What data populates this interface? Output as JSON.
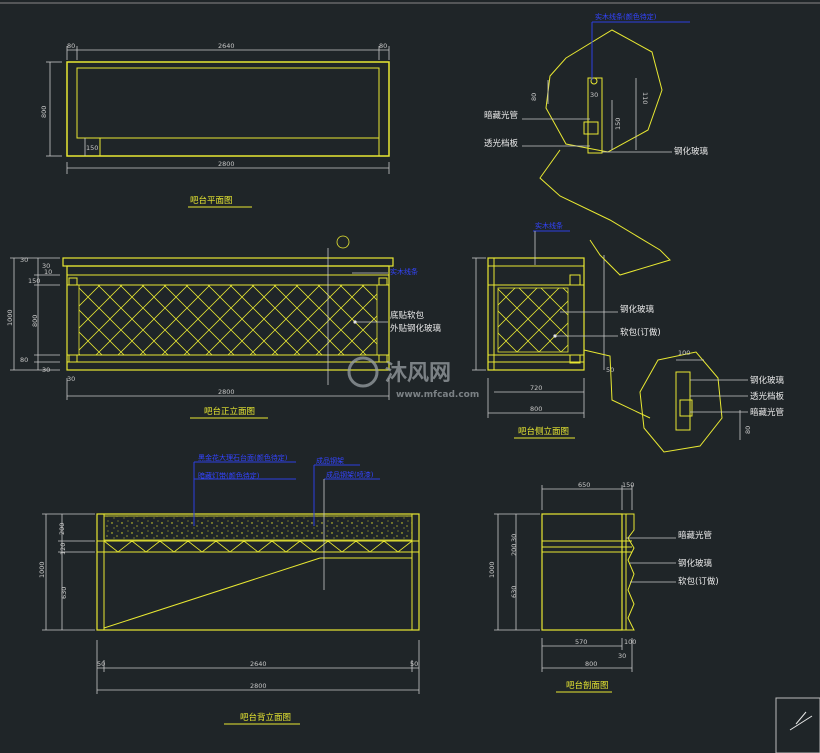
{
  "titles": {
    "plan": "吧台平面图",
    "front": "吧台正立面图",
    "side": "吧台侧立面图",
    "back": "吧台背立面图",
    "section": "吧台剖面图"
  },
  "plan_dims": {
    "top_left": "80",
    "top_mid": "2640",
    "top_right": "80",
    "left": "800",
    "inner": "150",
    "bottom": "2800"
  },
  "front_dims": {
    "h1": "1000",
    "h2": "800",
    "l1": "30",
    "l2": "150",
    "l3": "30",
    "l4": "10",
    "l5": "80",
    "l6": "30",
    "bl": "30",
    "bottom": "2800"
  },
  "front_labels": {
    "a": "实木线条",
    "b": "底贴软包",
    "c": "外贴钢化玻璃"
  },
  "side_dims": {
    "d1": "720",
    "d2": "800",
    "d3": "50"
  },
  "side_labels": {
    "a": "实木线条",
    "b": "钢化玻璃",
    "c": "软包(订做)"
  },
  "detail_top": {
    "note": "实木线条(颜色待定)",
    "d1": "80",
    "d2": "30",
    "d3": "110",
    "d4": "150",
    "l1": "暗藏光管",
    "l2": "透光档板",
    "l3": "钢化玻璃"
  },
  "detail_right": {
    "d1": "100",
    "d2": "80",
    "l1": "钢化玻璃",
    "l2": "透光档板",
    "l3": "暗藏光管"
  },
  "back_dims": {
    "h": "1000",
    "a": "200",
    "b": "120",
    "c": "630",
    "l1": "50",
    "mid": "2640",
    "r1": "50",
    "bottom": "2800"
  },
  "back_labels": {
    "a": "黑金花大理石台面(颜色待定)",
    "b": "暗藏灯带(颜色待定)",
    "c": "成品钢架",
    "d": "成品钢架(喷漆)"
  },
  "section_dims": {
    "t1": "650",
    "t2": "150",
    "h": "1000",
    "a": "30",
    "b": "200",
    "c": "630",
    "d1": "570",
    "d2": "100",
    "d3": "30",
    "bottom": "800"
  },
  "section_labels": {
    "a": "暗藏光管",
    "b": "钢化玻璃",
    "c": "软包(订做)"
  },
  "watermark": {
    "brand": "沐风网",
    "url": "www.mfcad.com"
  }
}
